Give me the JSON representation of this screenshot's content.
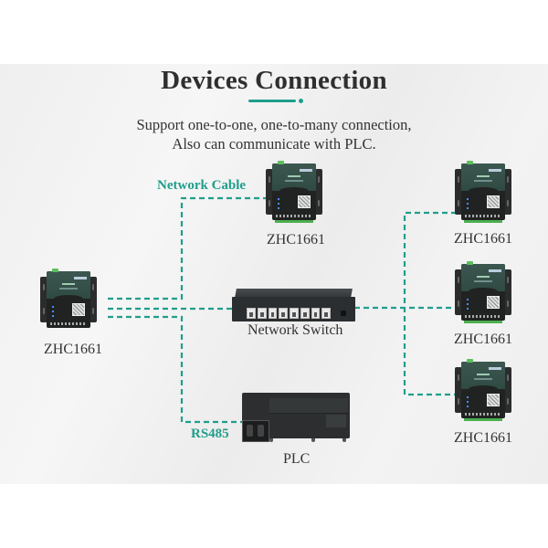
{
  "title": "Devices Connection",
  "subtitle_lines": [
    "Support one-to-one, one-to-many connection,",
    "Also can communicate with PLC."
  ],
  "accent_color": "#1f9e8c",
  "connection_labels": {
    "network_cable": "Network Cable",
    "rs485": "RS485"
  },
  "devices": {
    "left_device": {
      "label": "ZHC1661",
      "icon": "gateway-device-icon"
    },
    "top_device": {
      "label": "ZHC1661",
      "icon": "gateway-device-icon"
    },
    "right_device_1": {
      "label": "ZHC1661",
      "icon": "gateway-device-icon"
    },
    "right_device_2": {
      "label": "ZHC1661",
      "icon": "gateway-device-icon"
    },
    "right_device_3": {
      "label": "ZHC1661",
      "icon": "gateway-device-icon"
    },
    "switch": {
      "label": "Network Switch",
      "icon": "network-switch-icon"
    },
    "plc": {
      "label": "PLC",
      "icon": "plc-icon"
    }
  },
  "connections": [
    {
      "from": "left_device",
      "to": "top_device",
      "type": "Network Cable"
    },
    {
      "from": "left_device",
      "to": "switch",
      "type": "Network Cable"
    },
    {
      "from": "left_device",
      "to": "plc",
      "type": "RS485"
    },
    {
      "from": "switch",
      "to": "right_device_1",
      "type": "Network Cable"
    },
    {
      "from": "switch",
      "to": "right_device_2",
      "type": "Network Cable"
    },
    {
      "from": "switch",
      "to": "right_device_3",
      "type": "Network Cable"
    }
  ]
}
